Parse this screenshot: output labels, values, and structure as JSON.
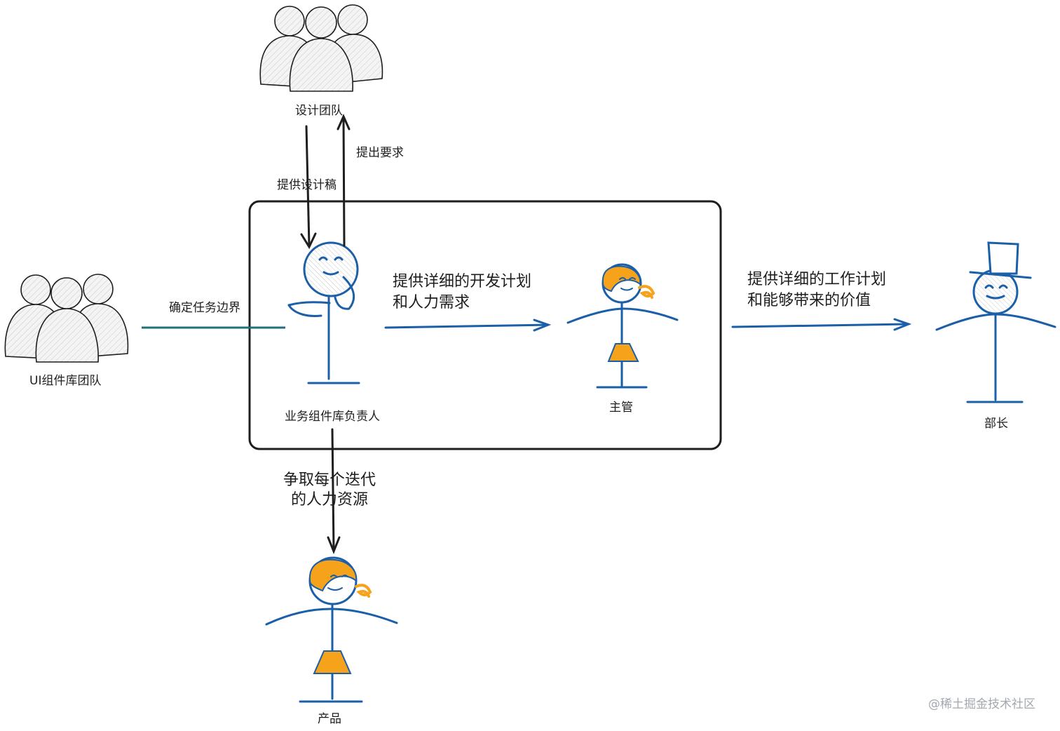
{
  "nodes": {
    "design_team": "设计团队",
    "ui_team": "UI组件库团队",
    "owner": "业务组件库负责人",
    "supervisor": "主管",
    "minister": "部长",
    "product": "产品"
  },
  "edges": {
    "provide_design": "提供设计稿",
    "raise_requirements": "提出要求",
    "define_boundary": "确定任务边界",
    "plan_line1": "提供详细的开发计划",
    "plan_line2": "和人力需求",
    "value_line1": "提供详细的工作计划",
    "value_line2": "和能够带来的价值",
    "resource_line1": "争取每个迭代",
    "resource_line2": "的人力资源"
  },
  "watermark": "@稀土掘金技术社区",
  "colors": {
    "stroke_blue": "#1b5fa8",
    "orange": "#f6a21a",
    "ink": "#1e1e1e",
    "teal": "#1f6f7e"
  }
}
